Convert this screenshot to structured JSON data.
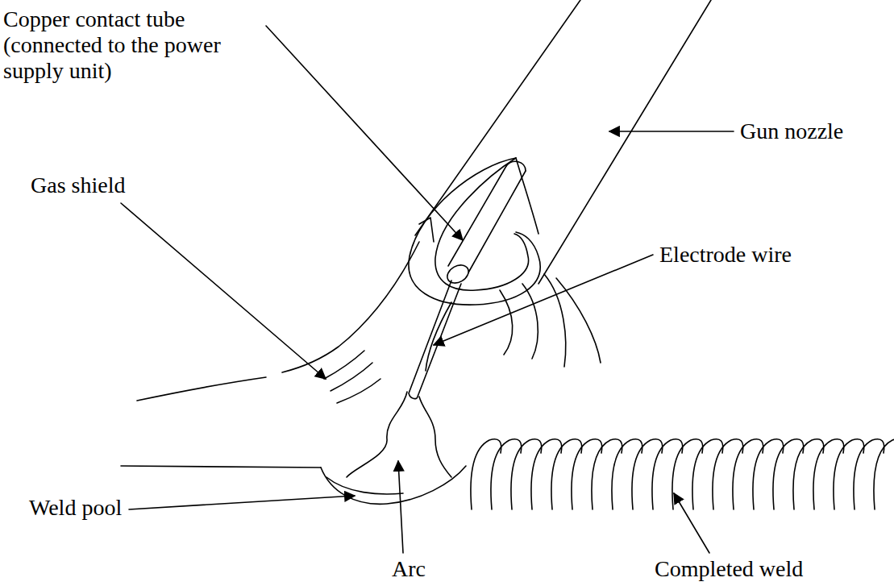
{
  "diagram": {
    "labels": [
      "Copper contact tube (connected to the power supply unit)",
      "Gun nozzle",
      "Gas shield",
      "Electrode wire",
      "Weld pool",
      "Arc",
      "Completed weld"
    ]
  }
}
